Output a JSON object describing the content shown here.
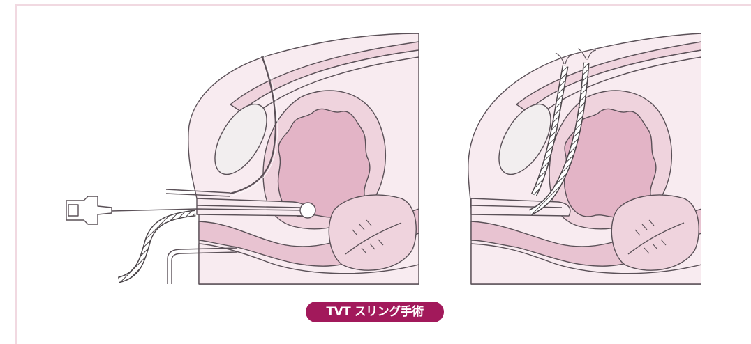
{
  "caption": "TVT スリング手術",
  "colors": {
    "frame_border": "#f1d9e1",
    "caption_bg": "#a2195b",
    "caption_text": "#ffffff",
    "tissue_light": "#f8ebf0",
    "tissue_mid": "#efd3dd",
    "organ": "#e3b4c6",
    "outline": "#5a5057"
  },
  "illustrations": [
    {
      "name": "needle-insertion-view",
      "icon": "pelvic-cross-section-with-needle"
    },
    {
      "name": "sling-placed-view",
      "icon": "pelvic-cross-section-with-tape"
    }
  ]
}
